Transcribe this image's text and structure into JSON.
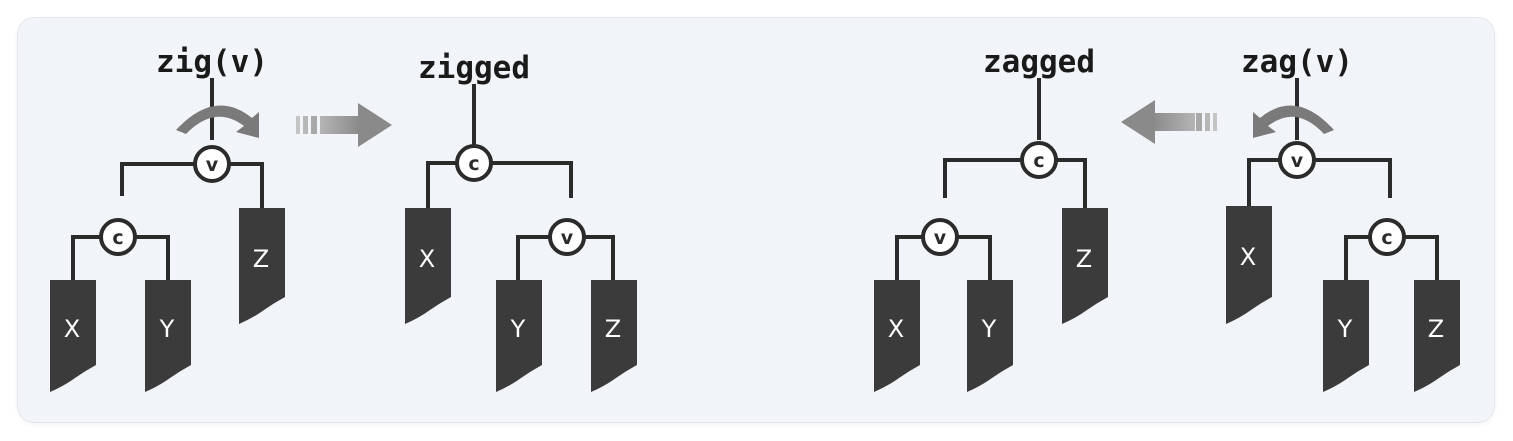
{
  "panels": {
    "zig_before": {
      "title": "zig(v)",
      "root": "v",
      "child": "c",
      "subtrees": [
        "X",
        "Y",
        "Z"
      ]
    },
    "zig_after": {
      "title": "zigged",
      "root": "c",
      "child": "v",
      "subtrees": [
        "X",
        "Y",
        "Z"
      ]
    },
    "zag_after": {
      "title": "zagged",
      "root": "c",
      "child": "v",
      "subtrees": [
        "X",
        "Y",
        "Z"
      ]
    },
    "zag_before": {
      "title": "zag(v)",
      "root": "v",
      "child": "c",
      "subtrees": [
        "X",
        "Y",
        "Z"
      ]
    }
  },
  "colors": {
    "panel_bg": "#f1f4f8",
    "node_stroke": "#2b2b2b",
    "subtree_fill": "#3b3b3b",
    "arrow_fill": "#8a8a8a"
  }
}
